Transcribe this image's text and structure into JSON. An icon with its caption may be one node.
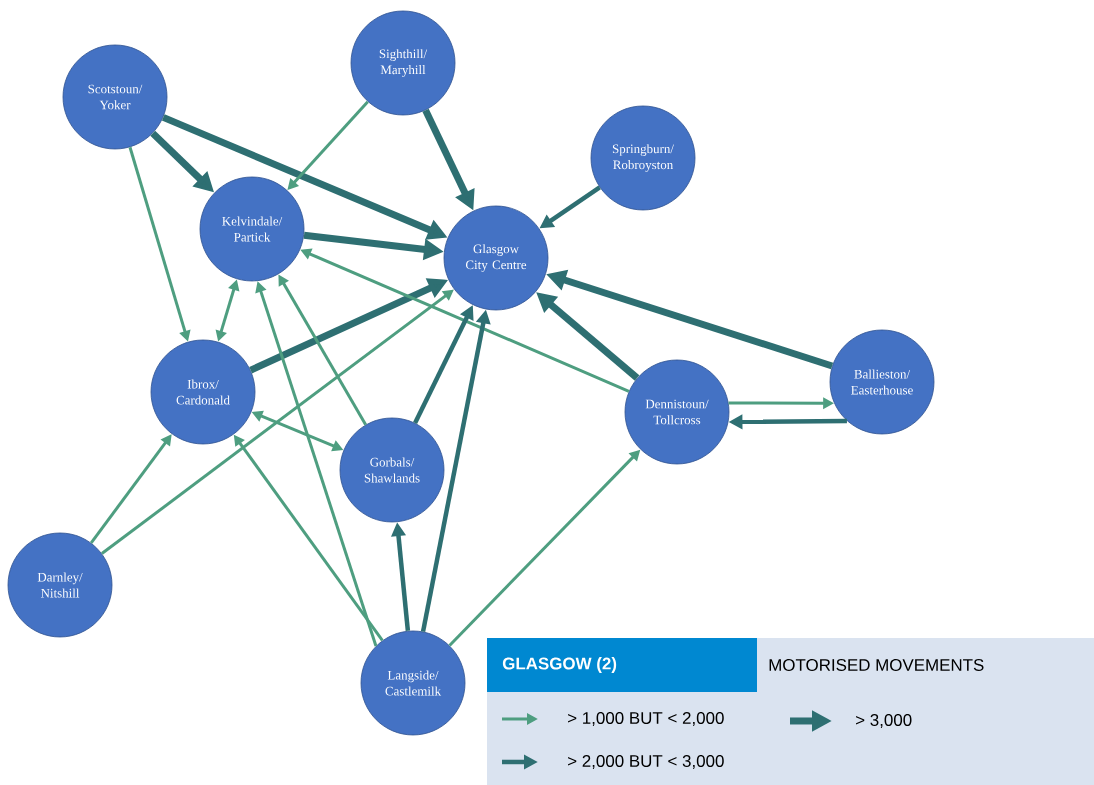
{
  "diagram": {
    "title": "GLASGOW (2)",
    "nodes": [
      {
        "text": [
          "Scotstoun/ Yoker"
        ]
      },
      {
        "text": [
          "Sighthill/ Maryhill"
        ]
      },
      {
        "text": [
          "Springburn/ Robroyston"
        ]
      },
      {
        "text": [
          "Kelvindale/ Partick"
        ]
      },
      {
        "text": [
          "Glasgow City Centre"
        ]
      },
      {
        "text": [
          "Ibrox/ Cardonald"
        ]
      },
      {
        "text": [
          "Ballieston/ Easterhouse"
        ]
      },
      {
        "text": [
          "Dennistoun/ Tollcross"
        ]
      },
      {
        "text": [
          "Gorbals/ Shawlands"
        ]
      },
      {
        "text": [
          "Darnley/ Nitshill"
        ]
      },
      {
        "text": [
          "Langside/ Castlemilk"
        ]
      }
    ],
    "edges": [
      {
        "from": 0,
        "to": 3,
        "arrow": "to",
        "style": "thick",
        "color": "#2e6f72"
      },
      {
        "from": 0,
        "to": 4,
        "arrow": "to",
        "style": "thick",
        "color": "#2e6f72"
      },
      {
        "from": 0,
        "to": 5,
        "arrow": "to"
      },
      {
        "from": 1,
        "to": 3,
        "arrow": "to"
      },
      {
        "from": 1,
        "to": 4,
        "arrow": "to",
        "style": "thick",
        "color": "#2e6f72"
      },
      {
        "from": 2,
        "to": 4,
        "arrow": "to",
        "color": "#2e6f72"
      },
      {
        "from": 3,
        "to": 4,
        "arrow": "to",
        "style": "thick",
        "color": "#2e6f72"
      },
      {
        "from": 5,
        "to": 3,
        "arrow": "both"
      },
      {
        "from": 5,
        "to": 4,
        "arrow": "to",
        "style": "thick",
        "color": "#2e6f72"
      },
      {
        "from": 6,
        "to": 4,
        "arrow": "to",
        "style": "thick",
        "color": "#2e6f72"
      },
      {
        "from": 7,
        "to": 4,
        "arrow": "to",
        "style": "thick",
        "color": "#2e6f72"
      },
      {
        "from": 7,
        "to": 3,
        "arrow": "to"
      },
      {
        "from": 7,
        "to": 6,
        "arrow": "to"
      },
      {
        "from": 6,
        "to": 7,
        "arrow": "to",
        "color": "#2e6f72"
      },
      {
        "from": 8,
        "to": 4,
        "arrow": "to",
        "color": "#2e6f72"
      },
      {
        "from": 8,
        "to": 3,
        "arrow": "to"
      },
      {
        "from": 8,
        "to": 5,
        "arrow": "both"
      },
      {
        "from": 9,
        "to": 5,
        "arrow": "to"
      },
      {
        "from": 9,
        "to": 4,
        "arrow": "to"
      },
      {
        "from": 10,
        "to": 3,
        "arrow": "to"
      },
      {
        "from": 10,
        "to": 5,
        "arrow": "to"
      },
      {
        "from": 10,
        "to": 8,
        "arrow": "to",
        "color": "#2e6f72"
      },
      {
        "from": 10,
        "to": 4,
        "arrow": "to",
        "color": "#2e6f72"
      },
      {
        "from": 10,
        "to": 7,
        "arrow": "to"
      }
    ],
    "labels": [
      "MOTORISED MOVEMENTS"
    ],
    "legend": [
      {
        "text": "> 1,000 BUT < 2,000"
      },
      {
        "text": "> 2,000 BUT < 3,000"
      },
      {
        "text": "> 3,000"
      }
    ]
  }
}
